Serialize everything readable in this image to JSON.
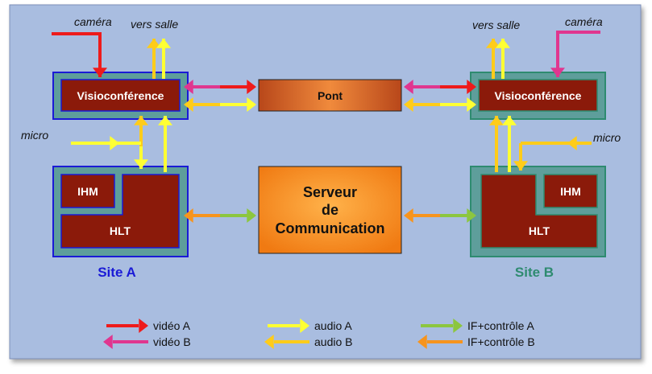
{
  "colors": {
    "background": "#a9bde0",
    "video_a": "#ee1b1b",
    "video_b": "#e0368f",
    "audio_a": "#ffff33",
    "audio_b": "#ffcc1a",
    "ctrl_a": "#8cc63f",
    "ctrl_b": "#f7941d",
    "box_dark": "#8b1a0a",
    "frame_teal": "#5e9e9b",
    "site_a": "#1a1ad6",
    "site_b": "#2e8b70"
  },
  "labels": {
    "camera_a": "caméra",
    "vers_salle_a": "vers salle",
    "camera_b": "caméra",
    "vers_salle_b": "vers salle",
    "micro_a": "micro",
    "micro_b": "micro"
  },
  "boxes": {
    "visio_a": "Visioconférence",
    "visio_b": "Visioconférence",
    "pont": "Pont",
    "ihm_a": "IHM",
    "hlt_a": "HLT",
    "ihm_b": "IHM",
    "hlt_b": "HLT",
    "server_line1": "Serveur",
    "server_line2": "de",
    "server_line3": "Communication"
  },
  "sites": {
    "a": "Site A",
    "b": "Site B"
  },
  "legend": [
    {
      "label": "vidéo A",
      "color": "video_a",
      "icon": "arrow-right-icon"
    },
    {
      "label": "vidéo B",
      "color": "video_b",
      "icon": "arrow-left-icon"
    },
    {
      "label": "audio A",
      "color": "audio_a",
      "icon": "arrow-right-icon"
    },
    {
      "label": "audio B",
      "color": "audio_b",
      "icon": "arrow-left-icon"
    },
    {
      "label": "IF+contrôle A",
      "color": "ctrl_a",
      "icon": "arrow-right-icon"
    },
    {
      "label": "IF+contrôle B",
      "color": "ctrl_b",
      "icon": "arrow-left-icon"
    }
  ]
}
